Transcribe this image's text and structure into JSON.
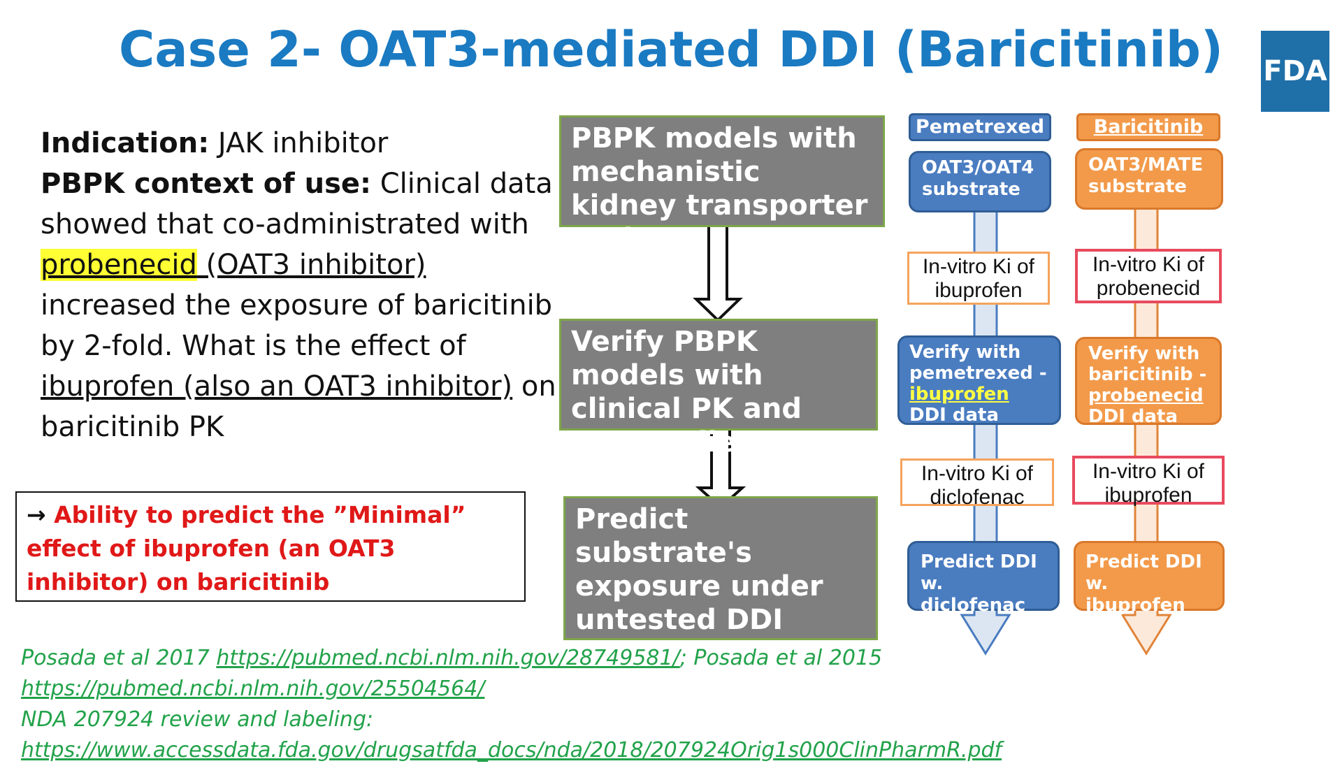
{
  "title": "Case 2- OAT3-mediated DDI (Baricitinib)",
  "logo": "FDA",
  "left": {
    "indication_label": "Indication:",
    "indication_value": " JAK inhibitor",
    "context_label": "PBPK context of use:",
    "context_text_1": " Clinical data showed that co-administrated with ",
    "probenecid": "probenecid",
    "probenecid_note": " (OAT3 inhibitor)",
    "context_text_2": " increased the exposure of baricitinib by 2-fold.  What is the effect of ",
    "ibuprofen_note": "ibuprofen (also an OAT3 inhibitor)",
    "context_text_3": " on baricitinib PK"
  },
  "conclusion": {
    "arrow": "→",
    "text": " Ability to predict the ”Minimal”  effect of ibuprofen (an OAT3 inhibitor) on baricitinib"
  },
  "flow": {
    "step1": "PBPK models with mechanistic kidney transporter pathway",
    "step2": "Verify PBPK models with clinical PK and DDI studies",
    "step3": "Predict substrate's exposure under untested DDI scenarios"
  },
  "pemetrexed": {
    "header": "Pemetrexed",
    "substrate": "OAT3/OAT4 substrate",
    "ki1": "In-vitro Ki of ibuprofen",
    "verify_1": "Verify with pemetrexed - ",
    "verify_hl": "ibuprofen",
    "verify_2": " DDI data",
    "ki2": "In-vitro Ki of diclofenac",
    "predict": "Predict DDI w. diclofenac"
  },
  "baricitinib": {
    "header": "Baricitinib",
    "substrate": "OAT3/MATE substrate",
    "ki1": "In-vitro Ki of probenecid",
    "verify_1": "Verify with baricitinib - ",
    "verify_ul": "probenecid",
    "verify_2": " DDI data",
    "ki2": "In-vitro Ki of ibuprofen",
    "predict": "Predict DDI w. ibuprofen"
  },
  "refs": {
    "r1a": "Posada et al 2017 ",
    "r1_link": "https://pubmed.ncbi.nlm.nih.gov/28749581/",
    "r1b": "; Posada et al 2015",
    "r2_link": "https://pubmed.ncbi.nlm.nih.gov/25504564/",
    "r3": "NDA 207924 review and labeling:",
    "r4_link": "https://www.accessdata.fda.gov/drugsatfda_docs/nda/2018/207924Orig1s000ClinPharmR.pdf"
  },
  "colors": {
    "title": "#1a7ac2",
    "blue": "#4a7cc0",
    "orange": "#f29a4a",
    "gray": "#7f7f7f",
    "red": "#e01818",
    "green": "#22a24a"
  }
}
